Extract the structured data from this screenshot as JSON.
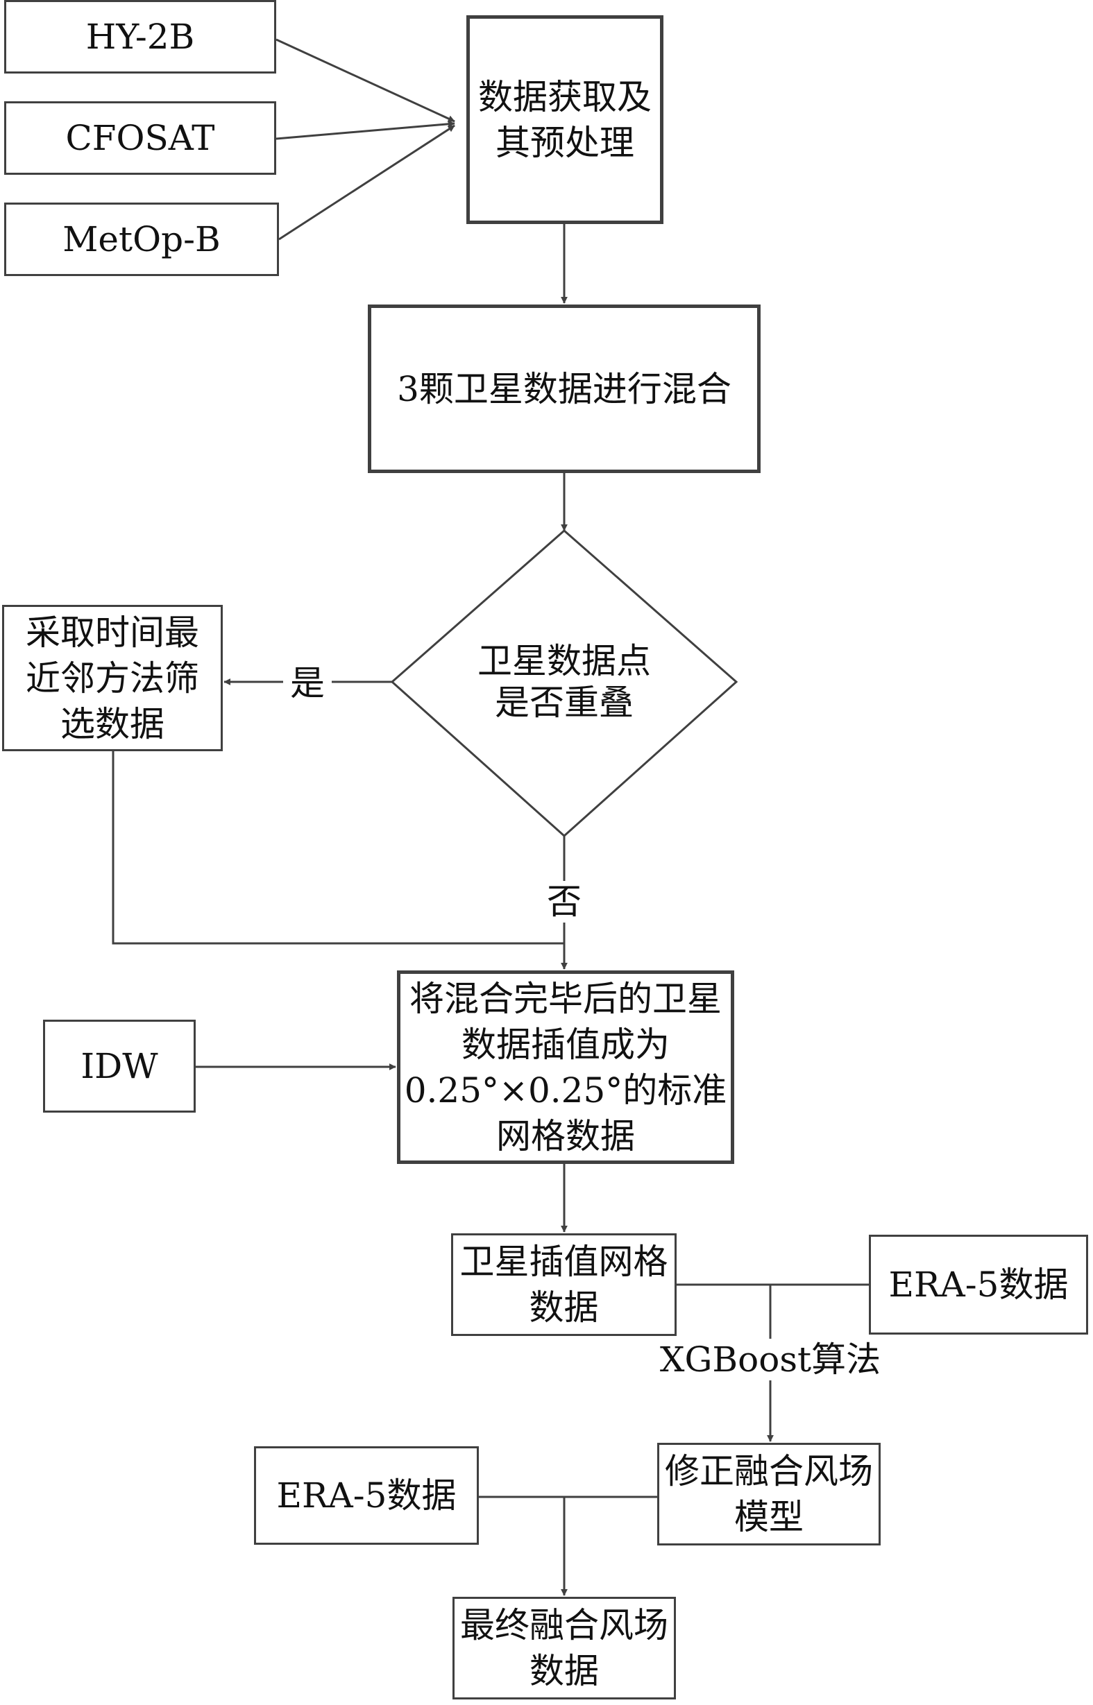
{
  "nodes": {
    "hy2b": "HY-2B",
    "cfosat": "CFOSAT",
    "metop": "MetOp-B",
    "acquire": "数据获取及\n其预处理",
    "blend": "3颗卫星数据进行混合",
    "overlap": "卫星数据点\n是否重叠",
    "nearest": "采取时间最\n近邻方法筛\n选数据",
    "interp": "将混合完毕后的卫星\n数据插值成为\n0.25°×0.25°的标准\n网格数据",
    "idw": "IDW",
    "grid": "卫星插值网格\n数据",
    "era5_a": "ERA-5数据",
    "model": "修正融合风场\n模型",
    "era5_b": "ERA-5数据",
    "final": "最终融合风场\n数据"
  },
  "edge_labels": {
    "yes": "是",
    "no": "否",
    "xgboost": "XGBoost算法"
  }
}
